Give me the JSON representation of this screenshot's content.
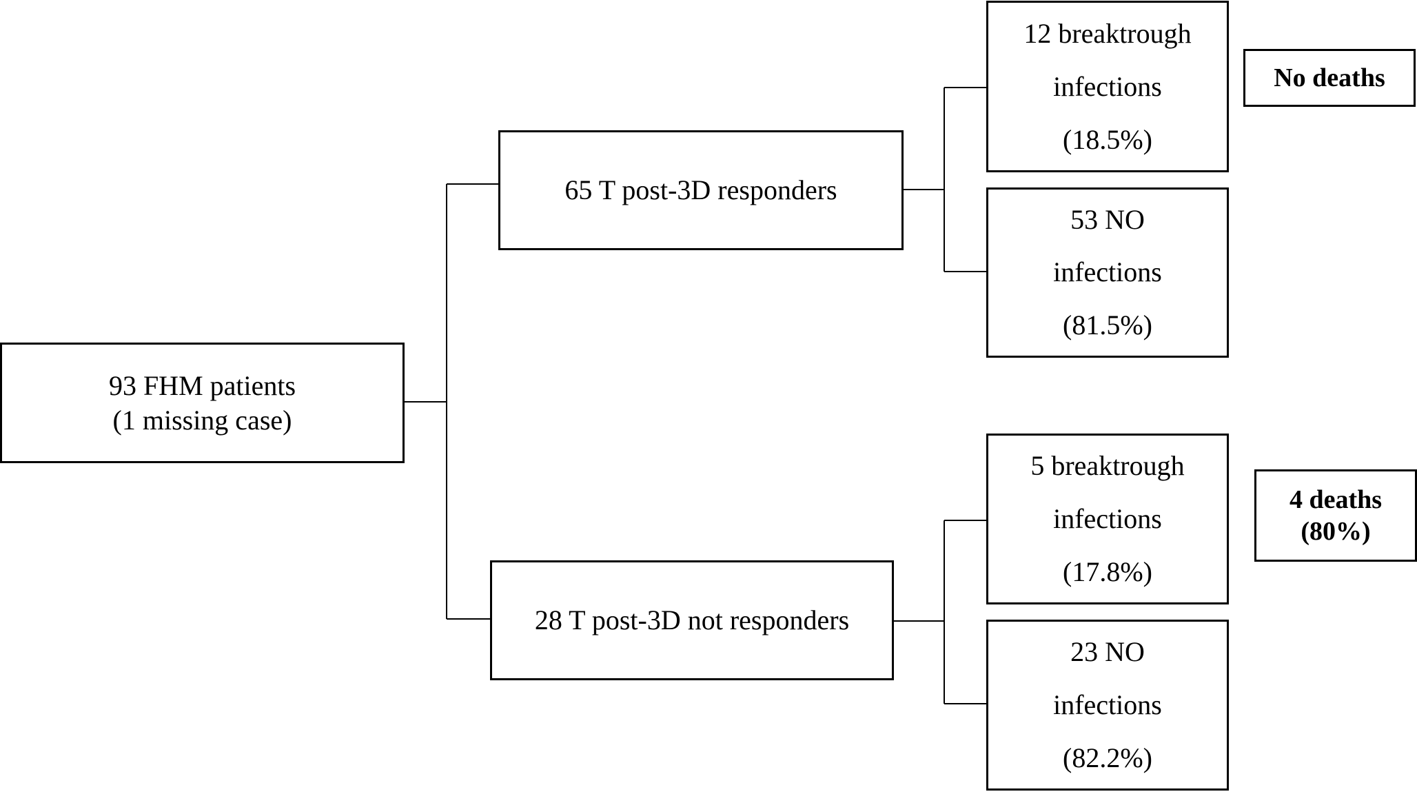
{
  "diagram": {
    "root": {
      "line1": "93 FHM patients",
      "line2": "(1 missing case)"
    },
    "responders": {
      "label": "65 T post-3D responders",
      "breakthrough": {
        "line1": "12 breaktrough",
        "line2": "infections",
        "line3": "(18.5%)"
      },
      "no_infection": {
        "line1": "53 NO",
        "line2": "infections",
        "line3": "(81.5%)"
      },
      "outcome": {
        "line1": "No deaths"
      }
    },
    "non_responders": {
      "label": "28 T post-3D not responders",
      "breakthrough": {
        "line1": "5 breaktrough",
        "line2": "infections",
        "line3": "(17.8%)"
      },
      "no_infection": {
        "line1": "23 NO",
        "line2": "infections",
        "line3": "(82.2%)"
      },
      "outcome": {
        "line1": "4 deaths",
        "line2": "(80%)"
      }
    }
  }
}
